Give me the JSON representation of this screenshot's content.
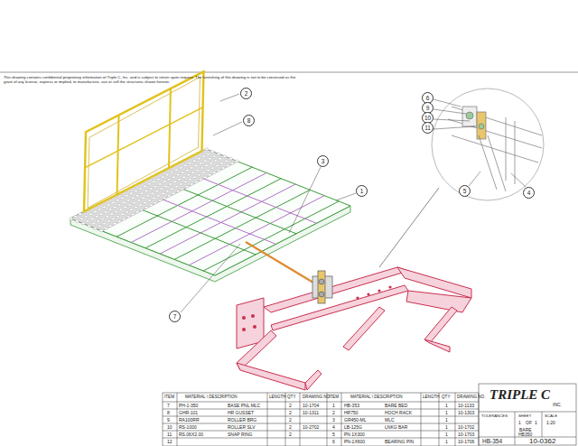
{
  "diagram": {
    "labels": [
      "This drawing contains confidential proprietary information of Triple C, Inc. and is subject to return upon request. The furnishing of this drawing is not to be construed as the grant of any license, express or implied, to manufacture, use or sell the structures shown hereon.",
      "2",
      "8",
      "3",
      "1",
      "7",
      "6",
      "9",
      "10",
      "11",
      "5",
      "4",
      "ITEM",
      "MATERIAL \\ DESCRIPTION",
      "LENGTH",
      "QTY",
      "DRAWING NO.",
      "7",
      "PH-1-350",
      "BASE PNL MLC",
      "2",
      "10-1704",
      "8",
      "GHR-101",
      "HR GUSSET",
      "2",
      "10-1311",
      "9",
      "RA100RR",
      "ROLLER BRG",
      "2",
      "10",
      "RS-1000",
      "ROLLER SLV",
      "2",
      "10-2702",
      "11",
      "RS.06X2.00",
      "SNAP RING",
      "2",
      "12",
      "ITEM",
      "MATERIAL \\ DESCRIPTION",
      "LENGTH",
      "QTY",
      "DRAWING NO.",
      "1",
      "HB-353",
      "BARE BED",
      "1",
      "10-1133",
      "2",
      "HR750",
      "HOCH RACK",
      "1",
      "10-1303",
      "3",
      "GR450-ML",
      "MLC",
      "1",
      "4",
      "LB-125G",
      "LNKG BAR",
      "1",
      "10-1702",
      "5",
      "PN 1X300",
      "1",
      "10-1703",
      "6",
      "PN-1X600",
      "BEARING PIN",
      "1",
      "10-1706",
      "TRIPLE C",
      "INC.",
      "TOLERANCES",
      "SHEET",
      "1",
      "OF",
      "1",
      "SCALE",
      "1:20",
      "BARE",
      "HB350",
      "HB-354",
      "10-0362"
    ]
  }
}
